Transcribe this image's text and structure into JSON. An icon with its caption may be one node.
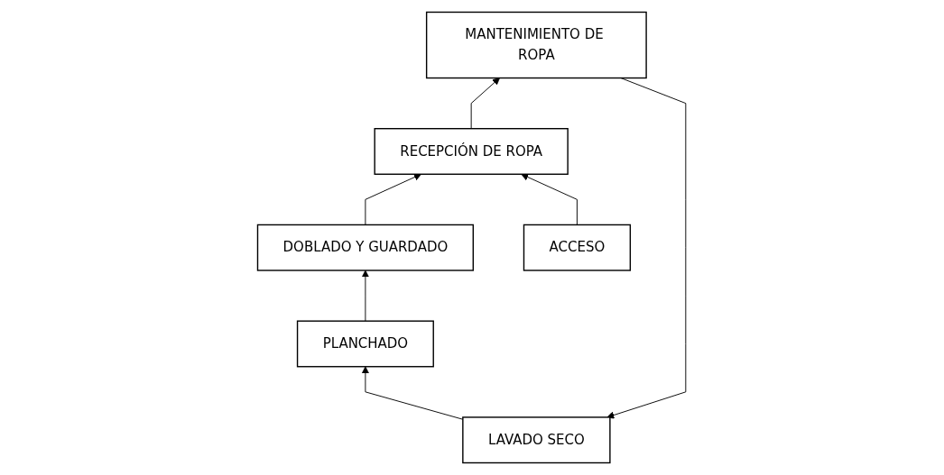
{
  "diagram": {
    "nodes": [
      {
        "text": [
          "LAVADO SECO"
        ]
      },
      {
        "text": [
          "PLANCHADO"
        ]
      },
      {
        "text": [
          "MANTENIMIENTO DE ROPA"
        ]
      },
      {
        "text": [
          "DOBLADO Y GUARDADO"
        ]
      },
      {
        "text": [
          "RECEPCIÓN DE ROPA"
        ]
      },
      {
        "text": [
          "ACCESO"
        ]
      }
    ],
    "edges": [
      {
        "from": 0,
        "to": 1,
        "arrow": "to"
      },
      {
        "from": 1,
        "to": 3,
        "arrow": "to"
      },
      {
        "from": 2,
        "to": 0,
        "arrow": "to"
      },
      {
        "from": 3,
        "to": 4,
        "arrow": "to"
      },
      {
        "from": 4,
        "to": 2,
        "arrow": "to"
      },
      {
        "from": 5,
        "to": 4,
        "arrow": "to"
      }
    ]
  }
}
